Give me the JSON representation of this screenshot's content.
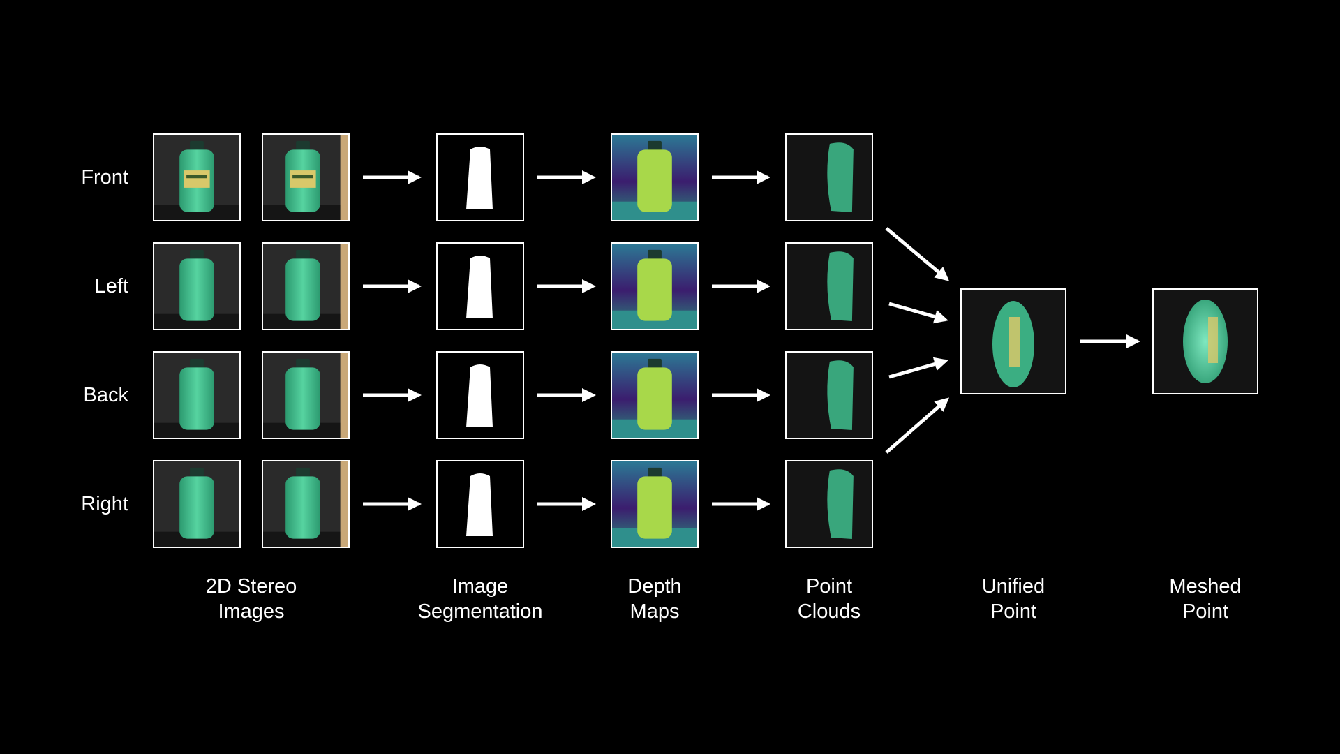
{
  "rows": [
    {
      "label": "Front"
    },
    {
      "label": "Left"
    },
    {
      "label": "Back"
    },
    {
      "label": "Right"
    }
  ],
  "columns": [
    {
      "line1": "2D Stereo",
      "line2": "Images"
    },
    {
      "line1": "Image",
      "line2": "Segmentation"
    },
    {
      "line1": "Depth",
      "line2": "Maps"
    },
    {
      "line1": "Point",
      "line2": "Clouds"
    },
    {
      "line1": "Unified",
      "line2": "Point"
    },
    {
      "line1": "Meshed",
      "line2": "Point"
    }
  ],
  "colors": {
    "background": "#000000",
    "frame": "#ffffff",
    "bottle_green": "#3fbf8e",
    "label_yellow": "#d8c86a",
    "depth_far": "#3b1d6e",
    "depth_mid": "#2f8f8c",
    "depth_near": "#a8d84a",
    "arrow": "#ffffff",
    "text": "#ffffff"
  }
}
